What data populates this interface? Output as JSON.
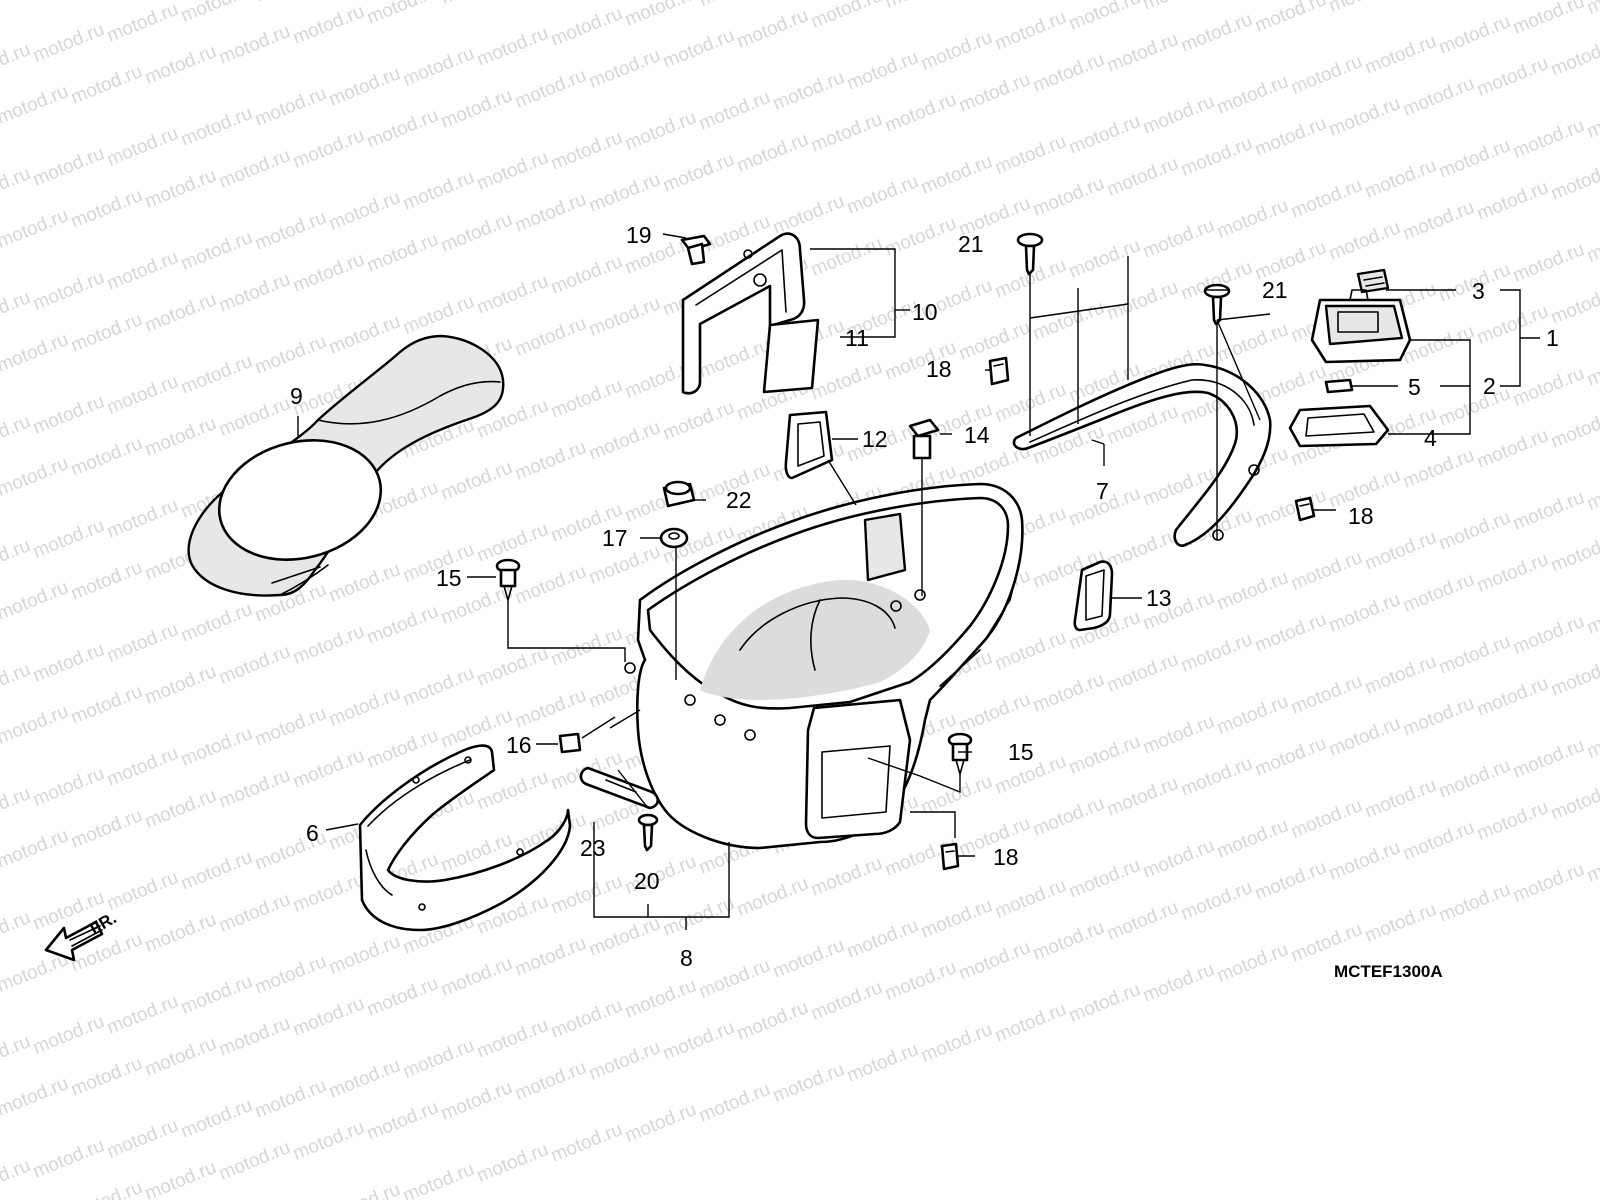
{
  "diagram": {
    "code": "MCTEF1300A",
    "front_arrow_label": "FR.",
    "watermark": "motod.ru",
    "callouts": {
      "c1": "1",
      "c2": "2",
      "c3": "3",
      "c4": "4",
      "c5": "5",
      "c6": "6",
      "c7": "7",
      "c8": "8",
      "c9": "9",
      "c10": "10",
      "c11": "11",
      "c12": "12",
      "c13": "13",
      "c14": "14",
      "c15a": "15",
      "c15b": "15",
      "c16": "16",
      "c17": "17",
      "c18a": "18",
      "c18b": "18",
      "c18c": "18",
      "c19": "19",
      "c20": "20",
      "c21a": "21",
      "c21b": "21",
      "c22": "22",
      "c23": "23"
    }
  }
}
